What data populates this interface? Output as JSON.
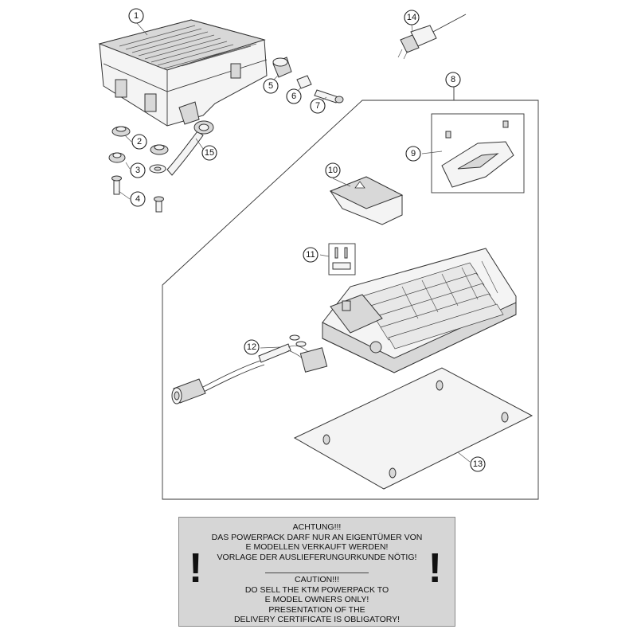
{
  "callouts": [
    "1",
    "2",
    "3",
    "4",
    "5",
    "6",
    "7",
    "8",
    "9",
    "10",
    "11",
    "12",
    "13",
    "14",
    "15"
  ],
  "warning": {
    "de_lines": [
      "ACHTUNG!!!",
      "DAS POWERPACK DARF NUR AN EIGENTÜMER VON",
      "E MODELLEN VERKAUFT WERDEN!",
      "VORLAGE DER AUSLIEFERUNGURKUNDE NÖTIG!"
    ],
    "en_lines": [
      "CAUTION!!!",
      "DO SELL THE KTM POWERPACK TO",
      "E MODEL OWNERS ONLY!",
      "PRESENTATION OF THE",
      "DELIVERY CERTIFICATE IS OBLIGATORY!"
    ],
    "mark": "!"
  }
}
